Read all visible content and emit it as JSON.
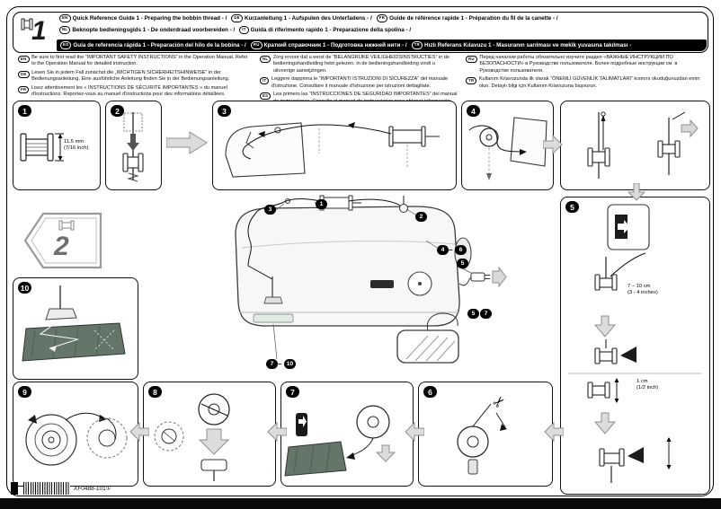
{
  "header": {
    "logo_number": "1",
    "rows": [
      {
        "segments": [
          {
            "lang": "EN",
            "text": "Quick Reference Guide 1 - Preparing the bobbin thread - /"
          },
          {
            "lang": "DE",
            "text": "Kurzanleitung 1 - Aufspulen des Unterfadens - /"
          },
          {
            "lang": "FR",
            "text": "Guide de référence rapide 1 - Préparation du fil de la canette - /"
          }
        ]
      },
      {
        "segments": [
          {
            "lang": "NL",
            "text": "Beknopte bedieningsgids 1 - De onderdraad voorbereiden - /"
          },
          {
            "lang": "IT",
            "text": "Guida di riferimento rapido 1 - Preparazione della spolina - /"
          }
        ]
      },
      {
        "segments": [
          {
            "lang": "ES",
            "text": "Guía de referencia rápida 1 - Preparación del hilo de la bobina - /"
          },
          {
            "lang": "RU",
            "text": "Краткий справочник 1 - Подготовка нижней нити - /"
          },
          {
            "lang": "TR",
            "text": "Hızlı Referans Kılavuzu 1 - Masuranın sarılması ve mekik yuvasına takılması -"
          }
        ]
      }
    ]
  },
  "notes": {
    "col1": [
      {
        "lang": "EN",
        "text": "Be sure to first read the “IMPORTANT SAFETY INSTRUCTIONS” in the Operation Manual. Refer to the Operation Manual for detailed instruction."
      },
      {
        "lang": "DE",
        "text": "Lesen Sie in jedem Fall zunächst die „WICHTIGEN SICHERHEITSHINWEISE“ in der Bedienungsanleitung. Eine ausführliche Anleitung finden Sie in der Bedienungsanleitung."
      },
      {
        "lang": "FR",
        "text": "Lisez attentivement les « INSTRUCTIONS DE SÉCURITÉ IMPORTANTES » du manuel d'instructions. Reportez-vous au manuel d'instructions pour des informations détaillées."
      }
    ],
    "col2": [
      {
        "lang": "NL",
        "text": "Zorg ervoor dat u eerst de “BELANGRIJKE VEILIGHEIDSINSTRUCTIES” in de bedieningshandleiding hebt gelezen. In de bedieningshandleiding vindt u uitvoerige aanwijzingen."
      },
      {
        "lang": "IT",
        "text": "Leggere dapprima le “IMPORTANTI ISTRUZIONI DI SICUREZZA” del manuale d'istruzione. Consultare il manuale d'istruzione per istruzioni dettagliate."
      },
      {
        "lang": "ES",
        "text": "Lea primero las “INSTRUCCIONES DE SEGURIDAD IMPORTANTES” del manual de instrucciones. Consulte el manual de instrucciones para obtener información detallada."
      }
    ],
    "col3": [
      {
        "lang": "RU",
        "text": "Перед началом работы обязательно изучите раздел «ВАЖНЫЕ ИНСТРУКЦИИ ПО БЕЗОПАСНОСТИ» в Руководстве пользователя. Более подробные инструкции см. в Руководстве пользователя."
      },
      {
        "lang": "TR",
        "text": "Kullanım Kılavuzunda ilk olarak “ÖNEMLİ GÜVENLİK TALİMATLARI” kısmını okuduğunuzdan emin olun. Detaylı bilgi için Kullanım Kılavuzuna başvurun."
      }
    ]
  },
  "steps": {
    "s1": {
      "num": "1",
      "dim1": "11.5 mm",
      "dim2": "(7/16 inch)"
    },
    "s2": {
      "num": "2"
    },
    "s3": {
      "num": "3"
    },
    "s4": {
      "num": "4"
    },
    "s5": {
      "num": "5",
      "dimA1": "7 – 10 cm",
      "dimA2": "(3 - 4 inches)",
      "dimB1": "1 cm",
      "dimB2": "(1/2 inch)"
    },
    "s6": {
      "num": "6"
    },
    "s7": {
      "num": "7"
    },
    "s8": {
      "num": "8"
    },
    "s9": {
      "num": "9"
    },
    "s10": {
      "num": "10"
    }
  },
  "sheet_badge": {
    "number": "2"
  },
  "machine": {
    "dash": "–",
    "callouts": {
      "c1": "1",
      "c2": "2",
      "c3": "3",
      "c4": "4",
      "c6": "6",
      "c5_plug": "5",
      "c5_pedal": "5",
      "c7_pedal": "7",
      "c7": "7",
      "c10": "10"
    }
  },
  "footer": {
    "part_number": "XF0488-101",
    "revision_mark": "①"
  }
}
